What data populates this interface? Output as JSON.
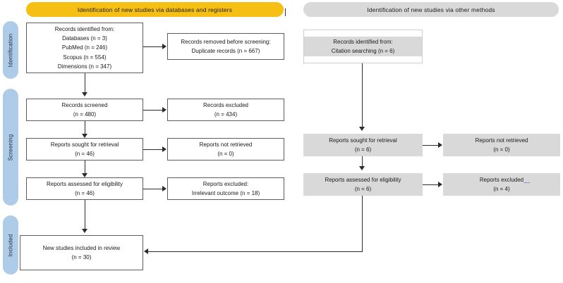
{
  "diagram": {
    "title": "PRISMA 2020 flow diagram",
    "type": "prisma-flow-diagram",
    "colors": {
      "banner_databases": "#f5bf14",
      "banner_other": "#d9d9d9",
      "stage_label": "#aecbe8",
      "box_grey": "#d9d9d9",
      "box_border": "#5e5e5e",
      "connector": "#2b2b2b",
      "artifact_blue": "#6f9fe0"
    }
  },
  "banners": {
    "left": "Identification of new studies via databases and registers",
    "right": "Identification of new studies via other methods"
  },
  "stages": [
    {
      "key": "identification",
      "label": "Identification"
    },
    {
      "key": "screening",
      "label": "Screening"
    },
    {
      "key": "included",
      "label": "Included"
    }
  ],
  "left_column": {
    "records_identified": {
      "lines": [
        "Records identified from:",
        "Databases (n = 3)",
        "PubMed (n = 246)",
        "Scopus (n = 554)",
        "Dimensions (n = 347)"
      ]
    },
    "records_removed": {
      "lines": [
        "Records removed before screening:",
        "Duplicate records (n = 667)"
      ]
    },
    "records_screened": {
      "lines": [
        "Records screened",
        "(n = 480)"
      ]
    },
    "records_excluded": {
      "lines": [
        "Records excluded",
        "(n = 434)"
      ]
    },
    "reports_sought": {
      "lines": [
        "Reports sought for retrieval",
        "(n = 46)"
      ]
    },
    "reports_not_retrieved": {
      "lines": [
        "Reports not retrieved",
        "(n = 0)"
      ]
    },
    "reports_assessed": {
      "lines": [
        "Reports assessed for eligibility",
        "(n = 46)"
      ]
    },
    "reports_excluded": {
      "lines": [
        "Reports excluded:",
        "Irrelevant outcome (n = 18)"
      ]
    }
  },
  "right_column": {
    "records_identified_other": {
      "lines": [
        "Records identified from:",
        "Citation searching (n = 6)"
      ]
    },
    "reports_sought": {
      "lines": [
        "Reports sought for retrieval",
        "(n = 6)"
      ]
    },
    "reports_not_retrieved": {
      "lines": [
        "Reports not retrieved",
        "(n = 0)"
      ]
    },
    "reports_assessed": {
      "lines": [
        "Reports assessed for eligibility",
        "(n = 6)"
      ]
    },
    "reports_excluded": {
      "lines": [
        "Reports excluded",
        "(n = 4)"
      ]
    }
  },
  "included": {
    "new_studies": {
      "lines": [
        "New studies included in review",
        "(n = 30)"
      ]
    }
  }
}
